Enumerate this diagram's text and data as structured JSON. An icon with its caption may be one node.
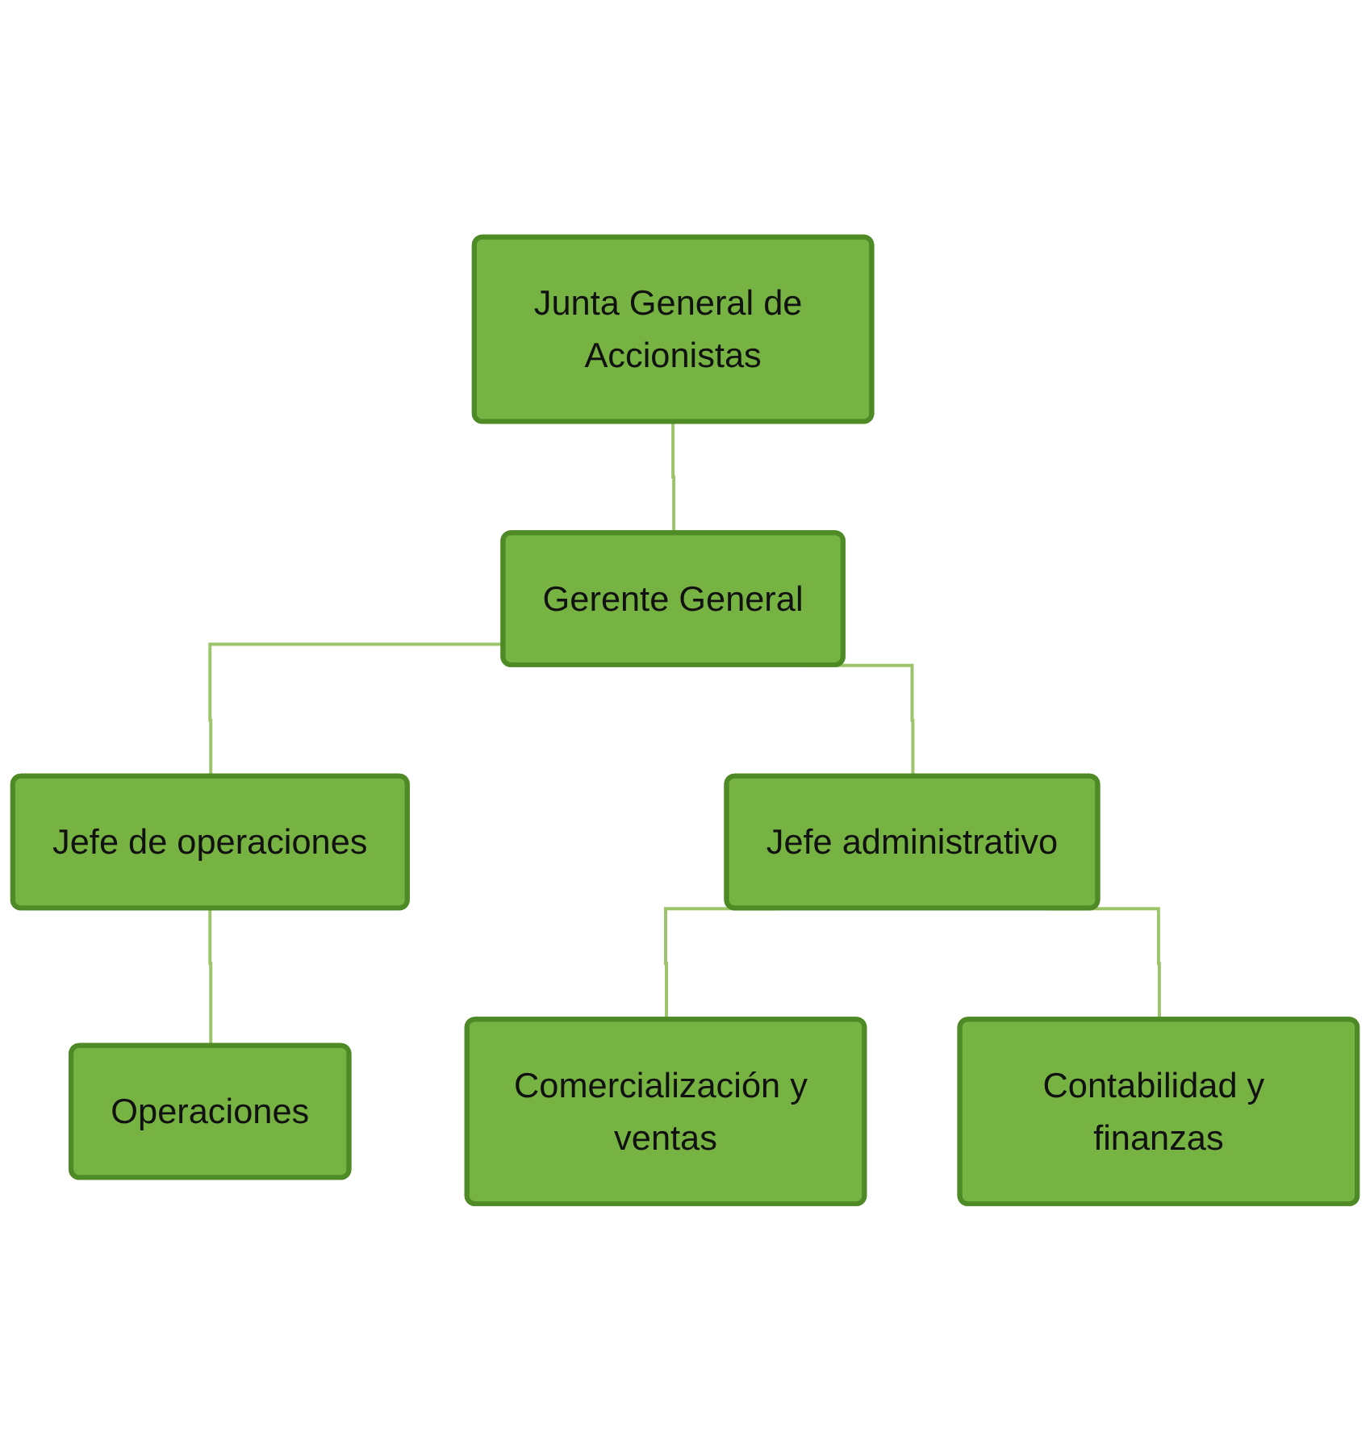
{
  "diagram": {
    "nodes": [
      {
        "text": [
          "Junta General de Accionistas"
        ]
      },
      {
        "text": [
          "Gerente General"
        ]
      },
      {
        "text": [
          "Jefe de operaciones"
        ]
      },
      {
        "text": [
          "Jefe administrativo"
        ]
      },
      {
        "text": [
          "Operaciones"
        ]
      },
      {
        "text": [
          "Comercialización y ventas"
        ]
      },
      {
        "text": [
          "Contabilidad y finanzas"
        ]
      }
    ],
    "edges": [
      {
        "from": 0,
        "to": 1,
        "arrow": "none"
      },
      {
        "from": 1,
        "to": 2,
        "arrow": "none"
      },
      {
        "from": 1,
        "to": 3,
        "arrow": "none"
      },
      {
        "from": 2,
        "to": 4,
        "arrow": "none"
      },
      {
        "from": 3,
        "to": 5,
        "arrow": "none"
      },
      {
        "from": 3,
        "to": 6,
        "arrow": "none"
      }
    ]
  }
}
